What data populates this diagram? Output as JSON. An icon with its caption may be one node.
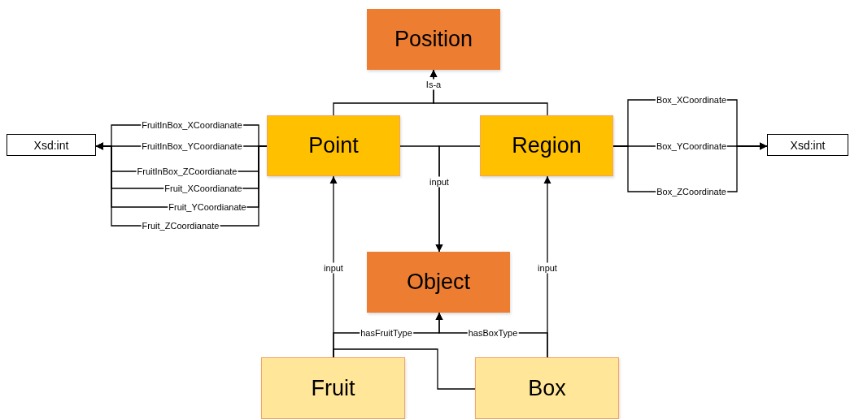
{
  "diagram": {
    "nodes": [
      {
        "text": [
          "Position"
        ]
      },
      {
        "text": [
          "Point"
        ]
      },
      {
        "text": [
          "Region"
        ]
      },
      {
        "text": [
          "Object"
        ]
      },
      {
        "text": [
          "Fruit"
        ]
      },
      {
        "text": [
          "Box"
        ]
      },
      {
        "text": [
          "Xsd:int"
        ]
      },
      {
        "text": [
          "Xsd:int"
        ]
      }
    ],
    "edges": [
      {
        "from": 1,
        "to": 0,
        "arrow": "to",
        "label": "Is-a"
      },
      {
        "from": 2,
        "to": 0,
        "arrow": "to"
      },
      {
        "from": 1,
        "to": 3,
        "arrow": "to",
        "label": "input"
      },
      {
        "from": 2,
        "to": 3,
        "arrow": "to"
      },
      {
        "from": 4,
        "to": 1,
        "arrow": "to",
        "label": "input"
      },
      {
        "from": 5,
        "to": 2,
        "arrow": "to",
        "label": "input"
      },
      {
        "from": 4,
        "to": 3,
        "arrow": "to",
        "label": "hasFruitType"
      },
      {
        "from": 5,
        "to": 3,
        "arrow": "to",
        "label": "hasBoxType"
      },
      {
        "from": 4,
        "to": 5,
        "arrow": "none"
      },
      {
        "from": 1,
        "to": 6,
        "arrow": "to",
        "label": "FruitInBox_XCoordianate"
      },
      {
        "from": 1,
        "to": 6,
        "arrow": "to",
        "label": "FruitInBox_YCoordianate"
      },
      {
        "from": 1,
        "to": 6,
        "arrow": "to",
        "label": "FruitInBox_ZCoordianate"
      },
      {
        "from": 1,
        "to": 6,
        "arrow": "to",
        "label": "Fruit_XCoordianate"
      },
      {
        "from": 1,
        "to": 6,
        "arrow": "to",
        "label": "Fruit_YCoordianate"
      },
      {
        "from": 1,
        "to": 6,
        "arrow": "to",
        "label": "Fruit_ZCoordianate"
      },
      {
        "from": 2,
        "to": 7,
        "arrow": "to",
        "label": "Box_XCoordinate"
      },
      {
        "from": 2,
        "to": 7,
        "arrow": "to",
        "label": "Box_YCoordinate"
      },
      {
        "from": 2,
        "to": 7,
        "arrow": "to",
        "label": "Box_ZCoordinate"
      }
    ]
  }
}
